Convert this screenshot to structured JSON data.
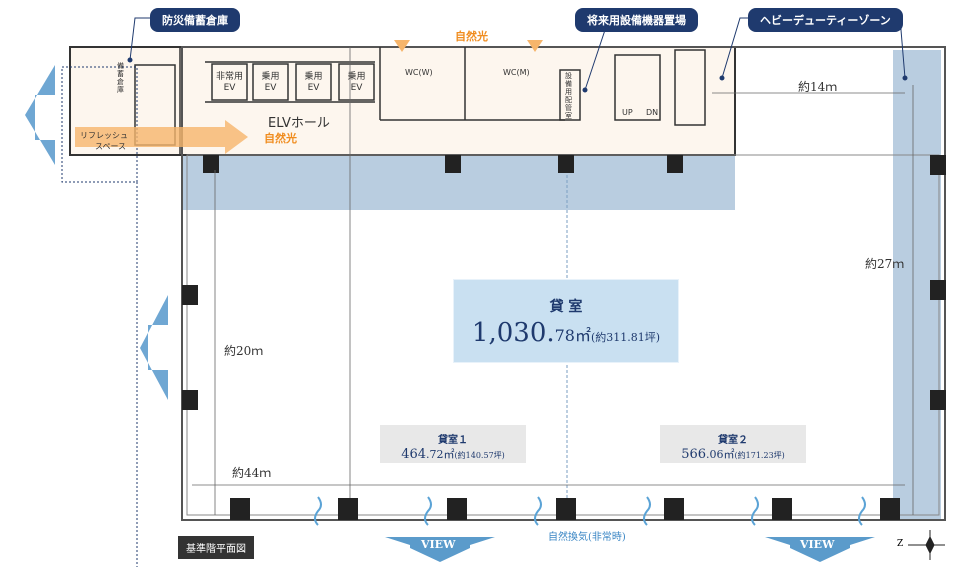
{
  "callouts": {
    "storage": "防災備蓄倉庫",
    "future_equipment": "将来用設備機器置場",
    "heavy_duty": "ヘビーデューティーゾーン"
  },
  "core": {
    "elevators": [
      {
        "label": "非常用",
        "sub": "EV"
      },
      {
        "label": "乗用",
        "sub": "EV"
      },
      {
        "label": "乗用",
        "sub": "EV"
      },
      {
        "label": "乗用",
        "sub": "EV"
      }
    ],
    "elv_hall": "ELVホール",
    "natural_light": "自然光",
    "wc_w": "WC(W)",
    "wc_m": "WC(M)",
    "refresh_1": "リフレッシュ",
    "refresh_2": "スペース",
    "storage_small": "備蓄倉庫",
    "equipment_room": "設備用配管室",
    "up": "UP",
    "dn": "DN"
  },
  "dimensions": {
    "width_top": "約14ｍ",
    "height_right": "約27ｍ",
    "height_left": "約20ｍ",
    "width_bottom": "約44ｍ"
  },
  "rooms": {
    "main": {
      "title": "貸 室",
      "area_big": "1,030.",
      "area_small": "78㎡",
      "tsubo": "(約311.81坪)"
    },
    "room1": {
      "title": "貸室１",
      "area_big": "464",
      "area_small": ".72㎡",
      "tsubo": "(約140.57坪)"
    },
    "room2": {
      "title": "貸室２",
      "area_big": "566",
      "area_small": ".06㎡",
      "tsubo": "(約171.23坪)"
    }
  },
  "view_label": "VIEW",
  "ventilation": "自然換気(非常時)",
  "plan_title": "基準階平面図",
  "compass": "Z",
  "colors": {
    "navy": "#1f3a6e",
    "heavy_zone": "#b9cde0",
    "light": "#f08c1e",
    "core": "#fdf6ee"
  }
}
